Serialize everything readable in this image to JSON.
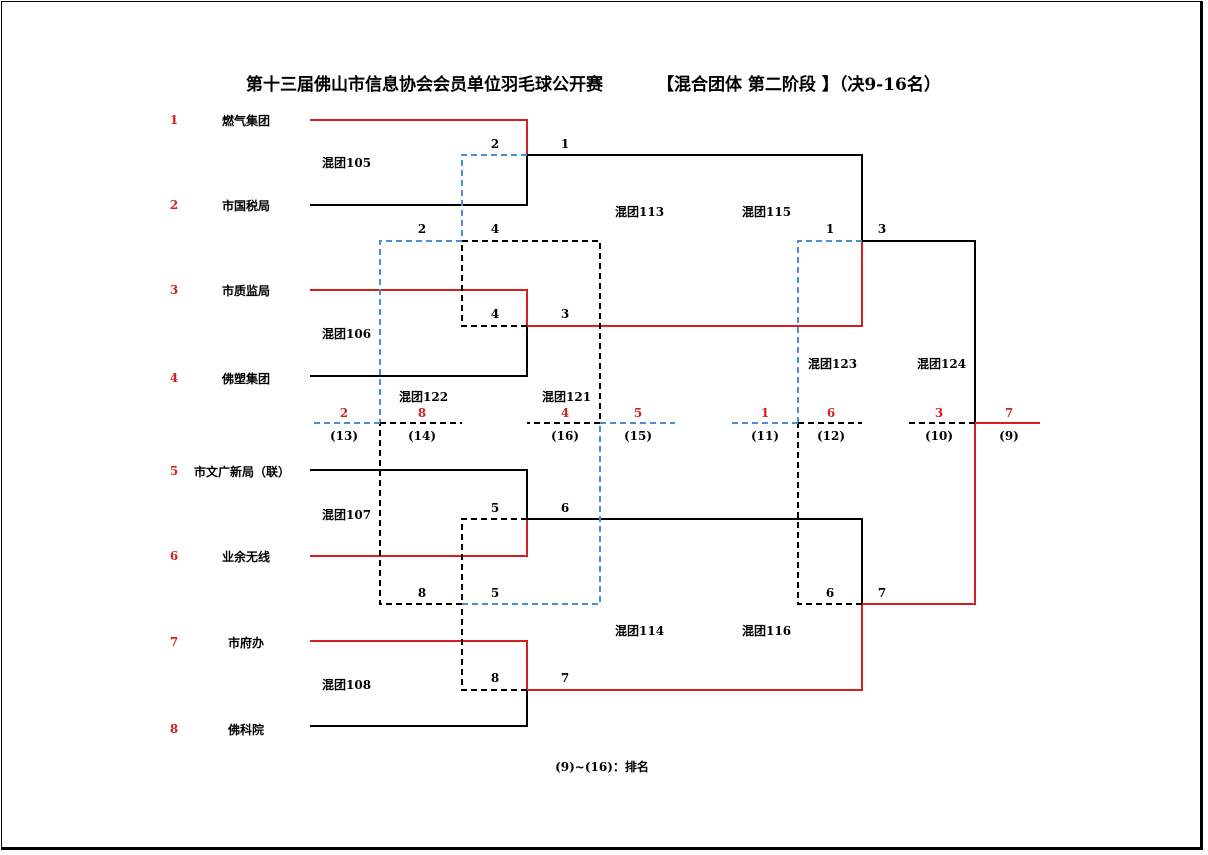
{
  "title": {
    "main": "第十三届佛山市信息协会会员单位羽毛球公开赛",
    "stage": "【混合团体  第二阶段  】（决9-16名）"
  },
  "teams": [
    {
      "seed": "1",
      "name": "燃气集团"
    },
    {
      "seed": "2",
      "name": "市国税局"
    },
    {
      "seed": "3",
      "name": "市质监局"
    },
    {
      "seed": "4",
      "name": "佛塑集团"
    },
    {
      "seed": "5",
      "name": "市文广新局（联）"
    },
    {
      "seed": "6",
      "name": "业余无线"
    },
    {
      "seed": "7",
      "name": "市府办"
    },
    {
      "seed": "8",
      "name": "佛科院"
    }
  ],
  "matches": {
    "m105": "混团105",
    "m106": "混团106",
    "m107": "混团107",
    "m108": "混团108",
    "m113": "混团113",
    "m114": "混团114",
    "m115": "混团115",
    "m116": "混团116",
    "m121": "混团121",
    "m122": "混团122",
    "m123": "混团123",
    "m124": "混团124"
  },
  "node_labels": {
    "q1_top": "2",
    "q1_win": "1",
    "q2_win": "3",
    "q3_top": "5",
    "q3_win": "6",
    "q4_bot": "8",
    "q4_win": "7",
    "lq_a": "2",
    "lq_b": "4",
    "lq_c": "4",
    "lq_d": "8",
    "lq_e": "5",
    "s_top": "1",
    "s_top_win": "3",
    "s_bot": "6",
    "s_bot_win": "7"
  },
  "placements": [
    {
      "winner": "2",
      "rank": "(13)"
    },
    {
      "winner": "8",
      "rank": "(14)"
    },
    {
      "winner": "4",
      "rank": "(16)"
    },
    {
      "winner": "5",
      "rank": "(15)"
    },
    {
      "winner": "1",
      "rank": "(11)"
    },
    {
      "winner": "6",
      "rank": "(12)"
    },
    {
      "winner": "3",
      "rank": "(10)"
    },
    {
      "winner": "7",
      "rank": "(9)"
    }
  ],
  "footer": "(9)~(16)：排名",
  "colors": {
    "winner_path": "#d62020",
    "loser_path": "#4a8fd0",
    "normal": "#000000",
    "seed_text": "#d62020"
  }
}
